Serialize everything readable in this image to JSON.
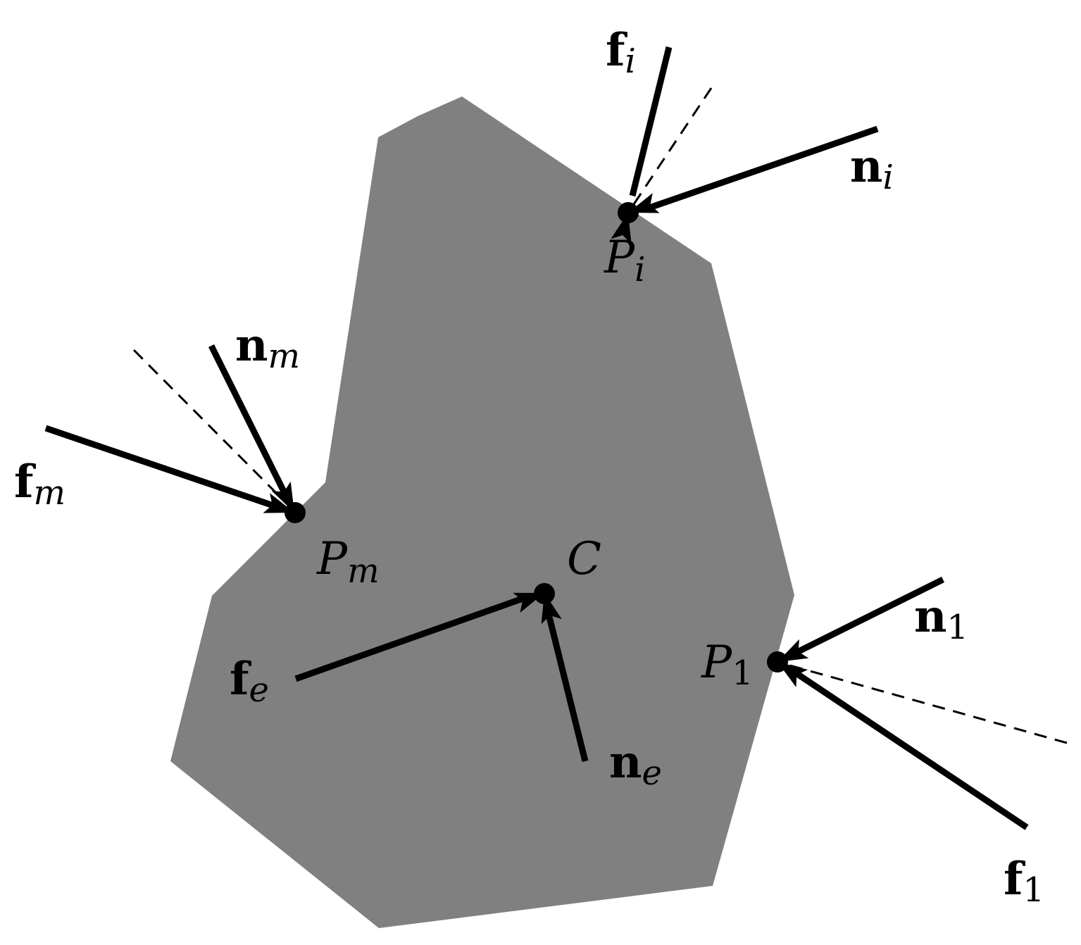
{
  "colors": {
    "body_fill": "#808080",
    "ink": "#000000",
    "background": "#ffffff"
  },
  "labels": {
    "f_i": {
      "base": "f",
      "sub": "i"
    },
    "n_i": {
      "base": "n",
      "sub": "i"
    },
    "P_i": {
      "base": "P",
      "sub": "i"
    },
    "n_m": {
      "base": "n",
      "sub": "m"
    },
    "f_m": {
      "base": "f",
      "sub": "m"
    },
    "P_m": {
      "base": "P",
      "sub": "m"
    },
    "C": {
      "base": "C"
    },
    "f_e": {
      "base": "f",
      "sub": "e"
    },
    "n_e": {
      "base": "n",
      "sub": "e"
    },
    "n_1": {
      "base": "n",
      "sub": "1"
    },
    "P_1": {
      "base": "P",
      "sub": "1"
    },
    "f_1": {
      "base": "f",
      "sub": "1"
    }
  }
}
